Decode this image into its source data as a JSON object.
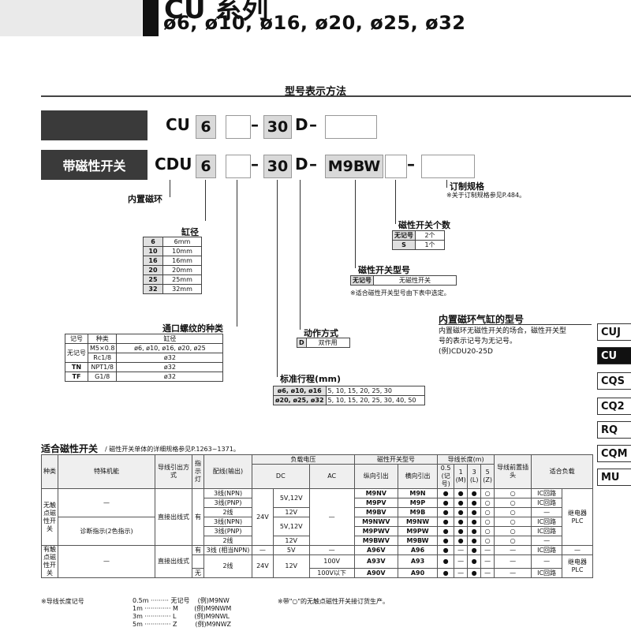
{
  "header": {
    "series_partial": "CU 系列",
    "sizes": "ø6, ø10, ø16, ø20, ø25, ø32"
  },
  "section_title": "型号表示方法",
  "model_rows": {
    "row1": {
      "prefix": "CU",
      "bore": "6",
      "stroke": "30",
      "mount": "D"
    },
    "row2": {
      "label": "带磁性开关",
      "prefix": "CDU",
      "bore": "6",
      "stroke": "30",
      "mount": "D",
      "switch": "M9BW"
    },
    "dash": "–"
  },
  "labels": {
    "magnet": "内置磁环",
    "bore": "缸径",
    "port": "通口螺纹的种类",
    "action": "动作方式",
    "stroke": "标准行程(mm)",
    "switch_type": "磁性开关型号",
    "switch_count": "磁性开关个数",
    "order": "订制规格",
    "order_note": "※关于订制规格参见P.484。",
    "switch_type_note": "※适合磁性开关型号由下表中选定。"
  },
  "bore_table": [
    [
      "6",
      "6mm"
    ],
    [
      "10",
      "10mm"
    ],
    [
      "16",
      "16mm"
    ],
    [
      "20",
      "20mm"
    ],
    [
      "25",
      "25mm"
    ],
    [
      "32",
      "32mm"
    ]
  ],
  "port_table": {
    "headers": [
      "记号",
      "种类",
      "缸径"
    ],
    "rows": [
      [
        "无记号",
        "M5×0.8",
        "ø6, ø10, ø16, ø20, ø25"
      ],
      [
        "",
        "Rc1/8",
        "ø32"
      ],
      [
        "TN",
        "NPT1/8",
        "ø32"
      ],
      [
        "TF",
        "G1/8",
        "ø32"
      ]
    ]
  },
  "action_table": [
    [
      "D",
      "双作用"
    ]
  ],
  "stroke_table": [
    [
      "ø6, ø10, ø16",
      "5, 10, 15, 20, 25, 30"
    ],
    [
      "ø20, ø25, ø32",
      "5, 10, 15, 20, 25, 30, 40, 50"
    ]
  ],
  "switch_type_table": [
    [
      "无记号",
      "无磁性开关"
    ]
  ],
  "switch_count_table": [
    [
      "无记号",
      "2个"
    ],
    [
      "S",
      "1个"
    ]
  ],
  "magnet_note": {
    "title": "内置磁环气缸的型号",
    "lines": [
      "内置磁环无磁性开关的场合，磁性开关型",
      "号的表示记号为无记号。",
      "(例)CDU20-25D"
    ]
  },
  "side_tabs": [
    "CUJ",
    "CU",
    "CQS",
    "CQ2",
    "RQ",
    "CQM",
    "MU"
  ],
  "switch_table": {
    "title": "适合磁性开关",
    "subtitle": "/ 磁性开关单体的详细规格参见P.1263~1371。",
    "headers": {
      "kind": "种类",
      "func": "特殊机能",
      "lead": "导线引出方式",
      "ind": "指示灯",
      "wiring": "配线(输出)",
      "load_v": "负载电压",
      "dc": "DC",
      "ac": "AC",
      "model": "磁性开关型号",
      "vert": "纵向引出",
      "horiz": "横向引出",
      "lead_len": "导线长度(m)",
      "l05": "0.5 (记号)",
      "l1": "1 (M)",
      "l3": "3 (L)",
      "l5": "5 (Z)",
      "pre": "导线前置插头",
      "load": "适合负载"
    },
    "groups": [
      {
        "kind": "无触点磁性开关",
        "rows": [
          {
            "func": "—",
            "lead": "直接出线式",
            "ind": "有",
            "wiring": "3线(NPN)",
            "dc": "24V",
            "dcv": "5V,12V",
            "ac": "—",
            "v": "M9NV",
            "h": "M9N",
            "l": [
              "●",
              "●",
              "●",
              "○"
            ],
            "pre": "○",
            "load": "IC回路",
            "load2": "继电器 PLC"
          },
          {
            "wiring": "3线(PNP)",
            "v": "M9PV",
            "h": "M9P",
            "l": [
              "●",
              "●",
              "●",
              "○"
            ],
            "pre": "○",
            "load": "IC回路"
          },
          {
            "wiring": "2线",
            "dcv": "12V",
            "v": "M9BV",
            "h": "M9B",
            "l": [
              "●",
              "●",
              "●",
              "○"
            ],
            "pre": "○",
            "load": "—"
          },
          {
            "func": "诊断指示(2色指示)",
            "wiring": "3线(NPN)",
            "dcv": "5V,12V",
            "v": "M9NWV",
            "h": "M9NW",
            "l": [
              "●",
              "●",
              "●",
              "○"
            ],
            "pre": "○",
            "load": "IC回路"
          },
          {
            "wiring": "3线(PNP)",
            "v": "M9PWV",
            "h": "M9PW",
            "l": [
              "●",
              "●",
              "●",
              "○"
            ],
            "pre": "○",
            "load": "IC回路"
          },
          {
            "wiring": "2线",
            "dcv": "12V",
            "v": "M9BWV",
            "h": "M9BW",
            "l": [
              "●",
              "●",
              "●",
              "○"
            ],
            "pre": "○",
            "load": "—"
          }
        ]
      },
      {
        "kind": "有触点磁性开关",
        "rows": [
          {
            "func": "—",
            "lead": "直接出线式",
            "ind": "有",
            "wiring": "3线 (相当NPN)",
            "dc": "—",
            "dcv": "5V",
            "ac": "—",
            "v": "A96V",
            "h": "A96",
            "l": [
              "●",
              "—",
              "●",
              "—"
            ],
            "pre": "—",
            "load": "IC回路",
            "load2": "—"
          },
          {
            "ind": "",
            "wiring": "2线",
            "dc": "24V",
            "dcv": "12V",
            "ac": "100V",
            "v": "A93V",
            "h": "A93",
            "l": [
              "●",
              "—",
              "●",
              "—"
            ],
            "pre": "—",
            "load": "—",
            "load2": "继电器 PLC"
          },
          {
            "ind": "无",
            "ac": "100V以下",
            "v": "A90V",
            "h": "A90",
            "l": [
              "●",
              "—",
              "●",
              "—"
            ],
            "pre": "—",
            "load": "IC回路"
          }
        ]
      }
    ]
  },
  "footer": {
    "left_title": "※导线长度记号",
    "len": [
      [
        "0.5m",
        "无记号",
        "(例)M9NW"
      ],
      [
        "1m",
        "M",
        "(例)M9NWM"
      ],
      [
        "3m",
        "L",
        "(例)M9NWL"
      ],
      [
        "5m",
        "Z",
        "(例)M9NWZ"
      ]
    ],
    "right": "※带\"○\"的无触点磁性开关接订货生产。"
  }
}
